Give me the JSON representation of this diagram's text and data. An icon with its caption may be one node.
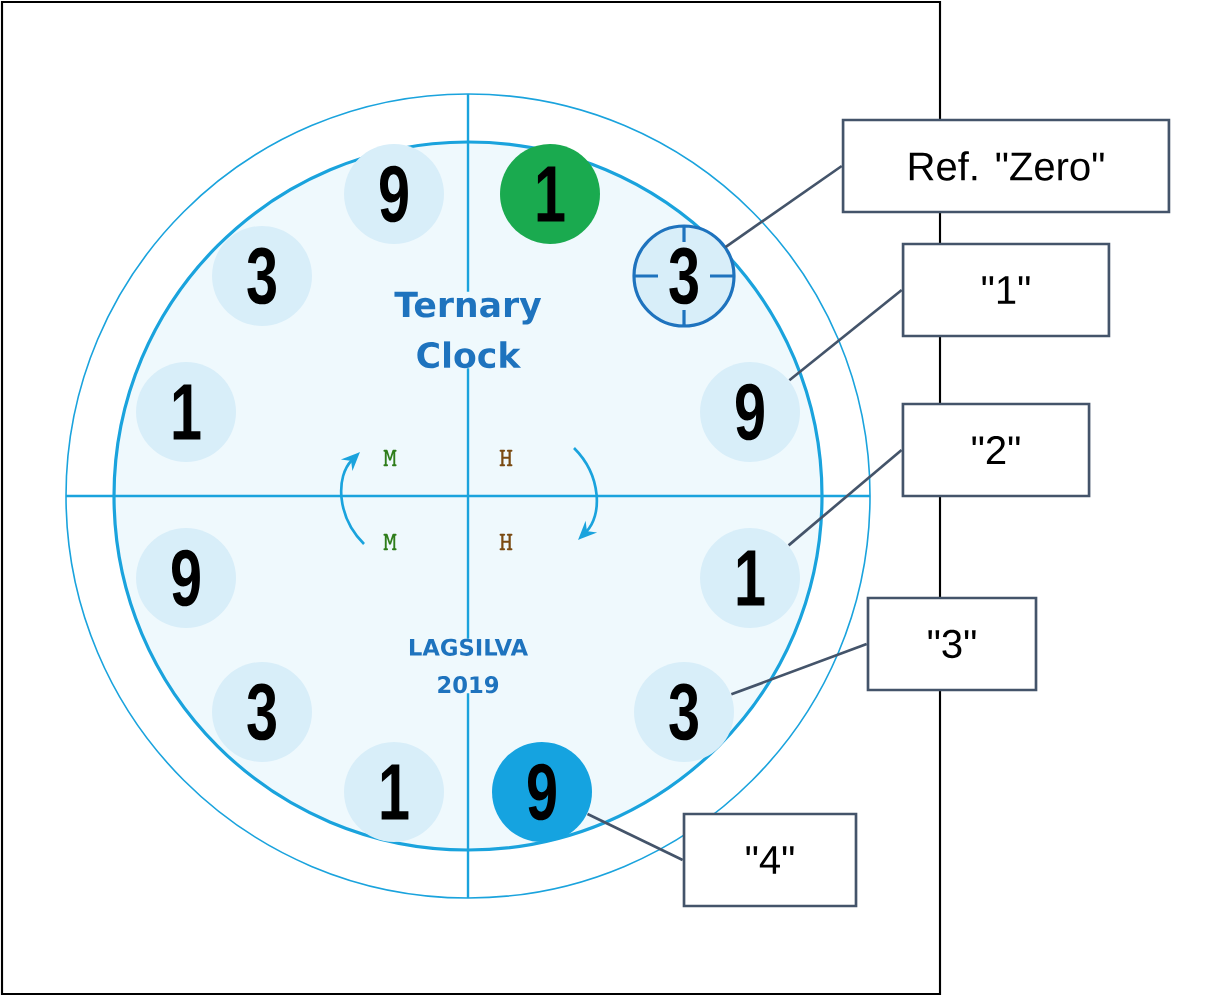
{
  "diagram": {
    "nodes": [
      {
        "text": [
          "1"
        ]
      },
      {
        "text": [
          "3"
        ]
      },
      {
        "text": [
          "9"
        ]
      },
      {
        "text": [
          "1"
        ]
      },
      {
        "text": [
          "3"
        ]
      },
      {
        "text": [
          "9"
        ]
      },
      {
        "text": [
          "1"
        ]
      },
      {
        "text": [
          "3"
        ]
      },
      {
        "text": [
          "9"
        ]
      },
      {
        "text": [
          "1"
        ]
      },
      {
        "text": [
          "3"
        ]
      },
      {
        "text": [
          "9"
        ]
      },
      {
        "text": [
          "Ref. \"Zero\""
        ]
      },
      {
        "text": [
          "\"1\""
        ]
      },
      {
        "text": [
          "\"2\""
        ]
      },
      {
        "text": [
          "\"3\""
        ]
      },
      {
        "text": [
          "\"4\""
        ]
      }
    ],
    "edges": [
      {
        "from": 12,
        "to": 1,
        "arrow": "none"
      },
      {
        "from": 13,
        "to": 2,
        "arrow": "none"
      },
      {
        "from": 14,
        "to": 3,
        "arrow": "none"
      },
      {
        "from": 15,
        "to": 4,
        "arrow": "none"
      },
      {
        "from": 16,
        "to": 5,
        "arrow": "none"
      }
    ],
    "labels": [
      "Ternary Clock",
      "M",
      "H",
      "M",
      "H",
      "LAGSILVA 2019"
    ]
  }
}
